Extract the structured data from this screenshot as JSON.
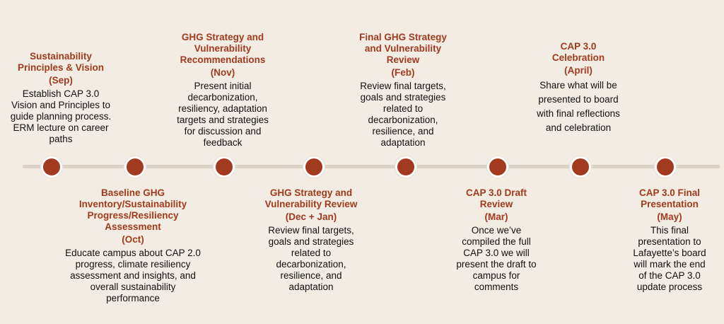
{
  "accent_color": "#a23a1f",
  "milestones": [
    {
      "title": "Sustainability\nPrinciples & Vision",
      "month": "(Sep)",
      "desc": "Establish CAP 3.0\nVision and Principles to\nguide planning process.\nERM lecture on career\npaths"
    },
    {
      "title": "Baseline GHG\nInventory/Sustainability\nProgress/Resiliency\nAssessment",
      "month": "(Oct)",
      "desc": "Educate campus about CAP 2.0\nprogress, climate resiliency\nassessment and insights, and\noverall sustainability\nperformance"
    },
    {
      "title": "GHG Strategy and\nVulnerability\nRecommendations",
      "month": "(Nov)",
      "desc": "Present initial\ndecarbonization,\nresiliency, adaptation\ntargets and strategies\nfor discussion and\nfeedback"
    },
    {
      "title": "GHG Strategy and\nVulnerability Review",
      "month": "(Dec + Jan)",
      "desc": "Review final targets,\ngoals and strategies\nrelated to\ndecarbonization,\nresilience, and\nadaptation"
    },
    {
      "title": "Final GHG Strategy\nand Vulnerability\nReview",
      "month": "(Feb)",
      "desc": "Review final targets,\ngoals and strategies\nrelated to\ndecarbonization,\nresilience, and\nadaptation"
    },
    {
      "title": "CAP 3.0 Draft\nReview",
      "month": "(Mar)",
      "desc": "Once we’ve\ncompiled  the full\nCAP 3.0 we will\npresent the draft to\ncampus for\ncomments"
    },
    {
      "title": "CAP 3.0\nCelebration",
      "month": "(April)",
      "desc": "Share what will be\npresented to board\nwith final reflections\nand celebration"
    },
    {
      "title": "CAP 3.0 Final\nPresentation",
      "month": "(May)",
      "desc": "This final\npresentation to\nLafayette’s board\nwill mark the end\nof the CAP 3.0\nupdate process"
    }
  ]
}
